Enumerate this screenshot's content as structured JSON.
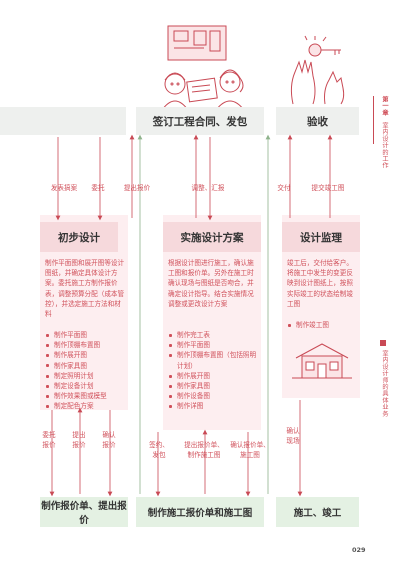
{
  "top": {
    "left_stub": "",
    "contract": "签订工程合同、发包",
    "accept": "验收"
  },
  "arrow_labels_top": {
    "issue_request": "发表搞案",
    "entrust": "委托",
    "submit_quote": "提出报价",
    "adjust_report": "调整、汇报",
    "deliver": "交付",
    "submit_completion": "提交竣工图"
  },
  "sections": {
    "initial": {
      "title": "初步设计",
      "text": "制作平面图和展开图等设计图纸，并确定具体设计方案。委托施工方制作报价表，调整预算分配（成本管控），并选定施工方法和材料",
      "items": [
        "制作平面图",
        "制作顶棚布置图",
        "制作展开图",
        "制作家具图",
        "制定照明计划",
        "制定设备计划",
        "制作效果图或模型",
        "制定配色方案"
      ]
    },
    "implement": {
      "title": "实施设计方案",
      "text": "根据设计图进行施工，确认施工图和报价单。另外在施工时确认现场与图纸是否吻合，并确定设计指导。结合实施情况调整或更改设计方案",
      "items": [
        "制作完工表",
        "制作平面图",
        "制作顶棚布置图（包括照明计划）",
        "制作展开图",
        "制作家具图",
        "制作设备图",
        "制作详图"
      ]
    },
    "supervise": {
      "title": "设计监理",
      "text": "竣工后，交付给客户。将施工中发生的变更反映到设计图纸上，按照实际竣工的状态绘制竣工图",
      "items": [
        "制作竣工图"
      ]
    }
  },
  "arrow_labels_bottom": {
    "entrust_quote": "委托\n报价",
    "submit_quote": "提出\n报价",
    "confirm_quote": "确认\n报价",
    "sign_contract": "签约、\n发包",
    "submit_quote_drawing": "提出报价单、\n制作施工图",
    "confirm_quote_drawing": "确认报价单、\n施工图",
    "confirm_site": "确认\n现场"
  },
  "bottom": {
    "quote": "制作报价单、提出报价",
    "drawings": "制作施工报价单和施工图",
    "construction": "施工、竣工"
  },
  "side": {
    "chapter_num": "第一章",
    "chapter_title": "室内设计的工作",
    "topic": "室内设计师的具体业务"
  },
  "page_number": "029",
  "colors": {
    "accent": "#c94a55",
    "header_gray": "#eef0ee",
    "title_pink": "#f6d9dc",
    "footer_green": "#e4f1e3",
    "column_pink": "#fdeef0"
  }
}
